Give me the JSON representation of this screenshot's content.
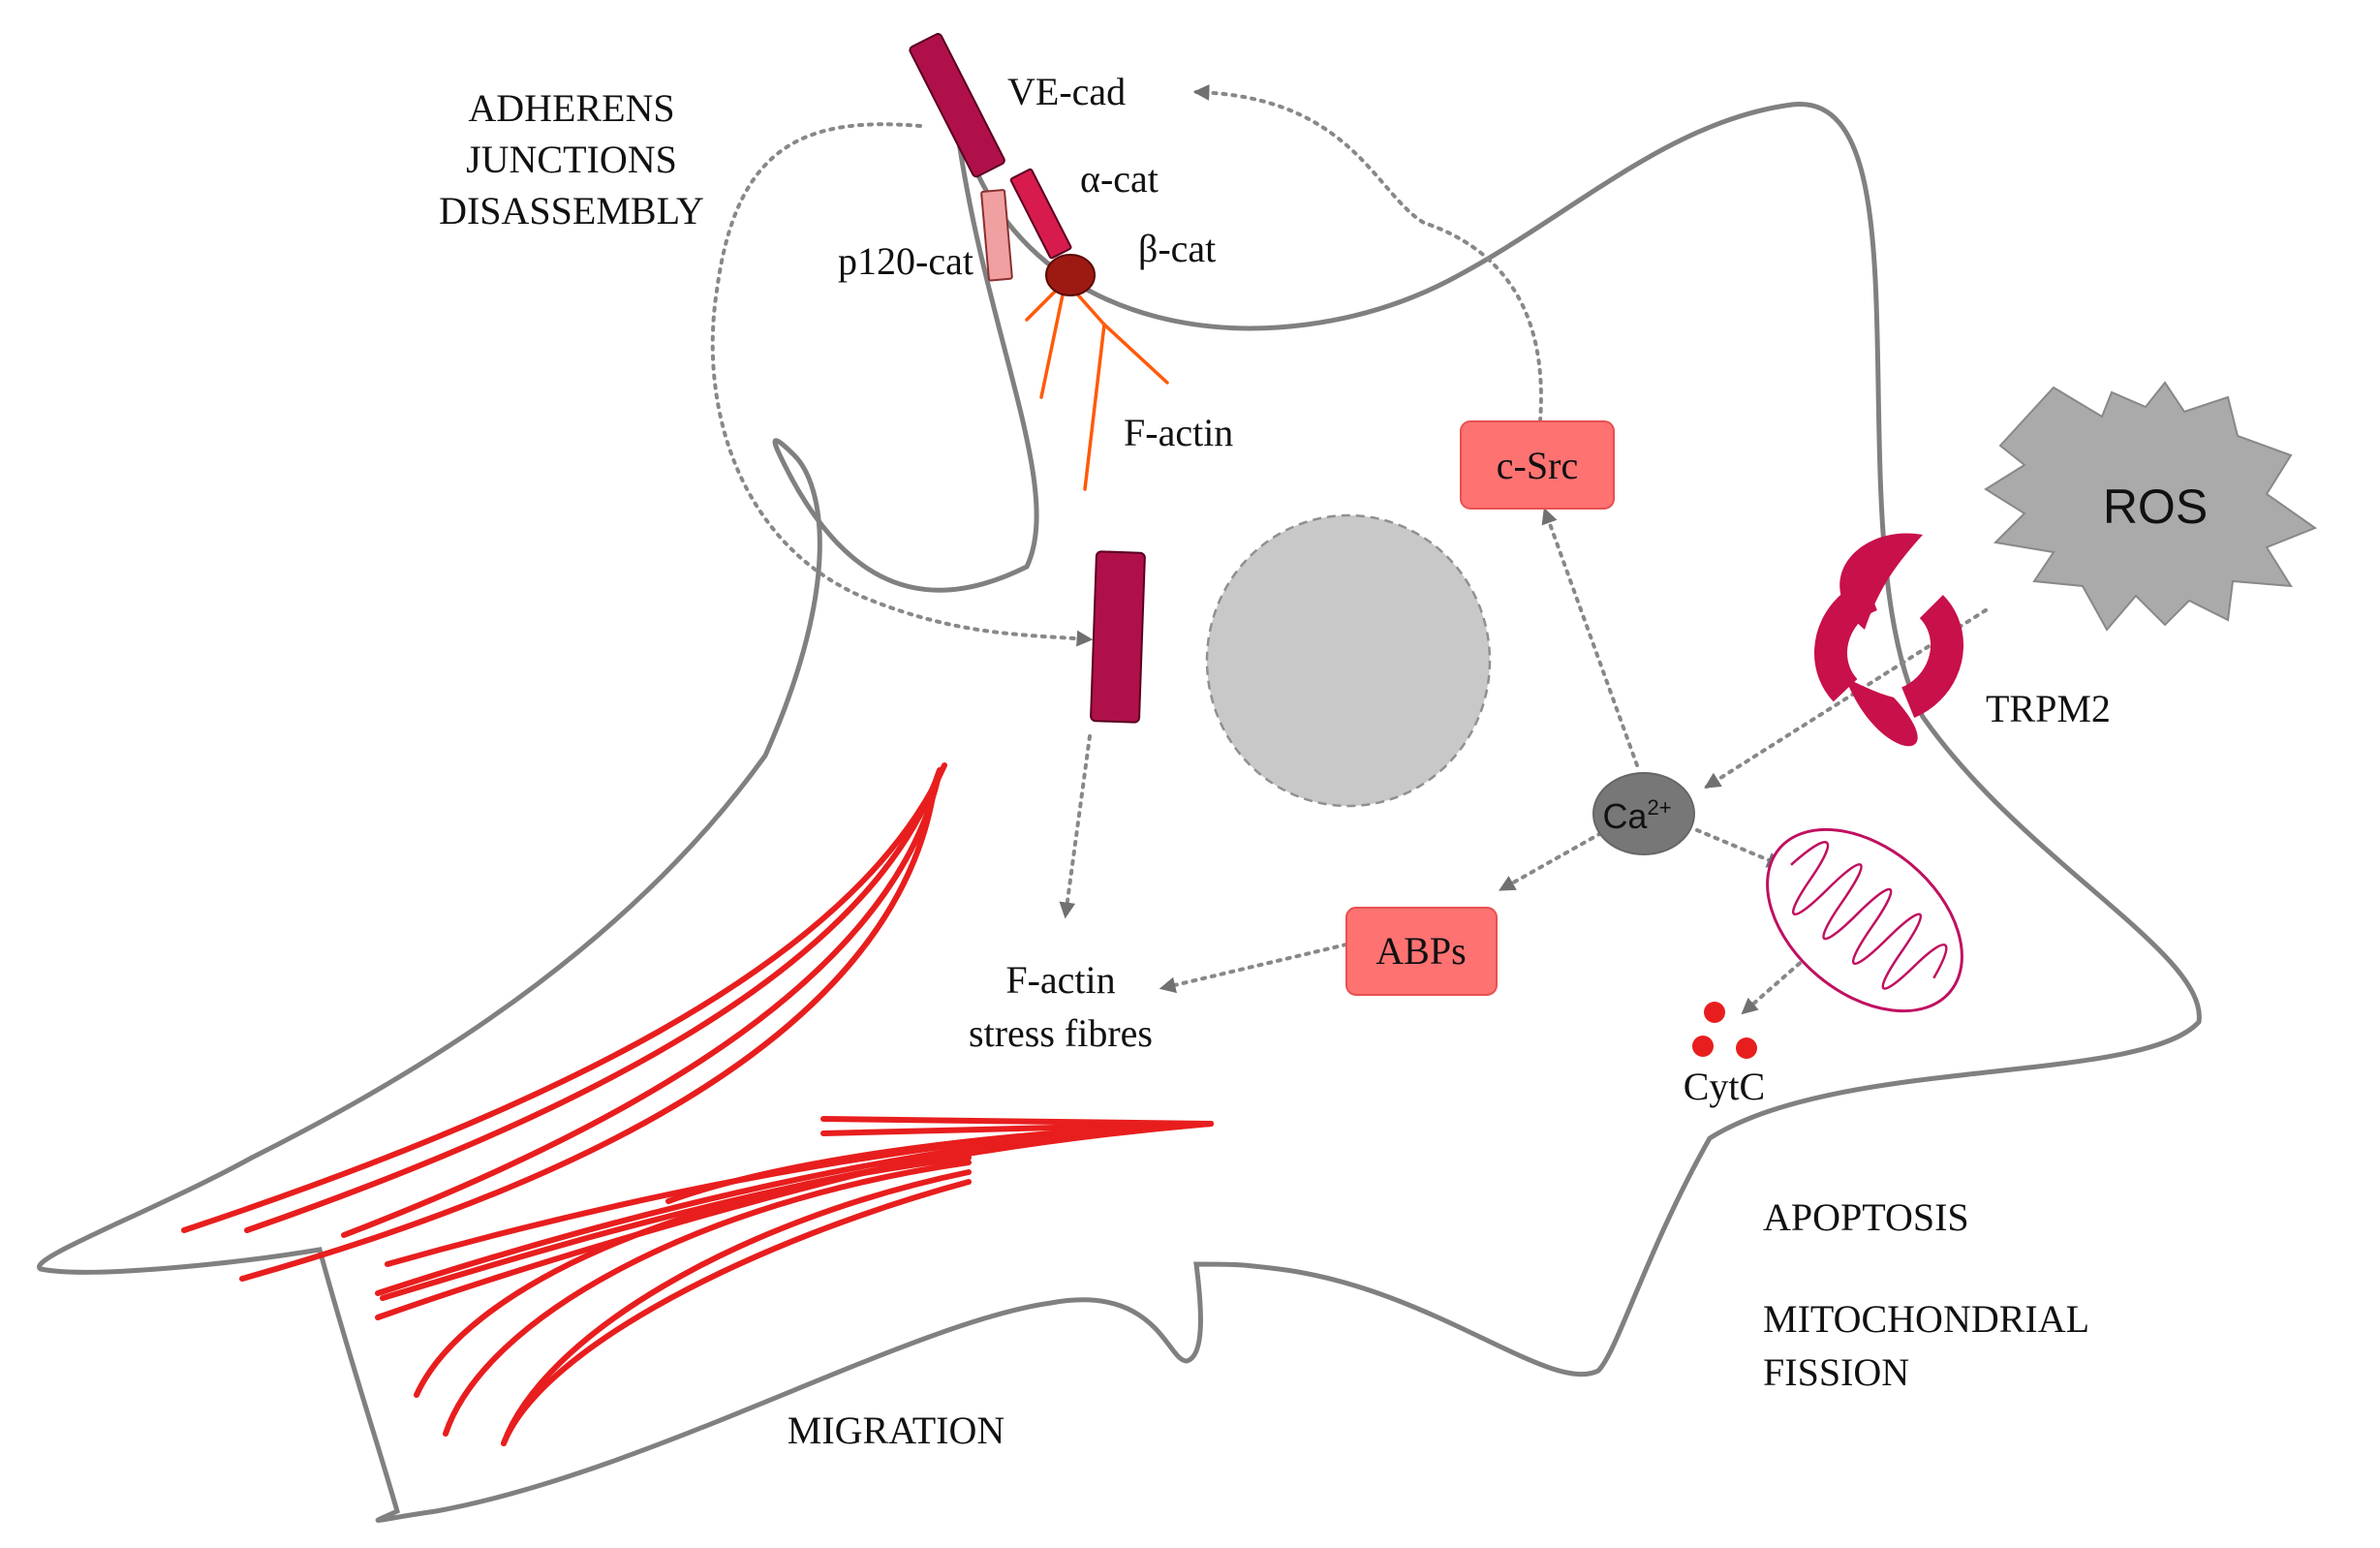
{
  "labels": {
    "adherens_line1": "ADHERENS",
    "adherens_line2": "JUNCTIONS",
    "adherens_line3": "DISASSEMBLY",
    "ve_cad": "VE-cad",
    "alpha_cat": "α-cat",
    "beta_cat": "β-cat",
    "p120_cat": "p120-cat",
    "f_actin": "F-actin",
    "c_src": "c-Src",
    "ros": "ROS",
    "trpm2": "TRPM2",
    "ca": "Ca",
    "ca_charge": "2+",
    "abps": "ABPs",
    "f_actin_stress_line1": "F-actin",
    "f_actin_stress_line2": "stress fibres",
    "cytc": "CytC",
    "apoptosis": "APOPTOSIS",
    "mito_line1": "MITOCHONDRIAL",
    "mito_line2": "FISSION",
    "migration": "MIGRATION"
  },
  "colors": {
    "membrane": "#808080",
    "cadherin": "#b0104a",
    "catenin": "#d81b4d",
    "p120": "#f0a0a0",
    "beta_cat_node": "#9c1a12",
    "f_actin_branch": "#ff5a0a",
    "stress_fibre": "#e81e1e",
    "box_fill": "#ff7272",
    "box_stroke": "#e85050",
    "nucleus": "#c8c8c8",
    "ca_node": "#777777",
    "ros": "#aaaaaa",
    "trpm2": "#c8104a",
    "mitochondria": "#c01060",
    "cytc": "#e81e1e",
    "arrow": "#888888"
  },
  "icons": {
    "ros_burst": "ros-burst-icon",
    "mitochondrion": "mitochondrion-icon",
    "trpm2_channel": "trpm2-channel-icon",
    "nucleus": "nucleus-icon"
  }
}
